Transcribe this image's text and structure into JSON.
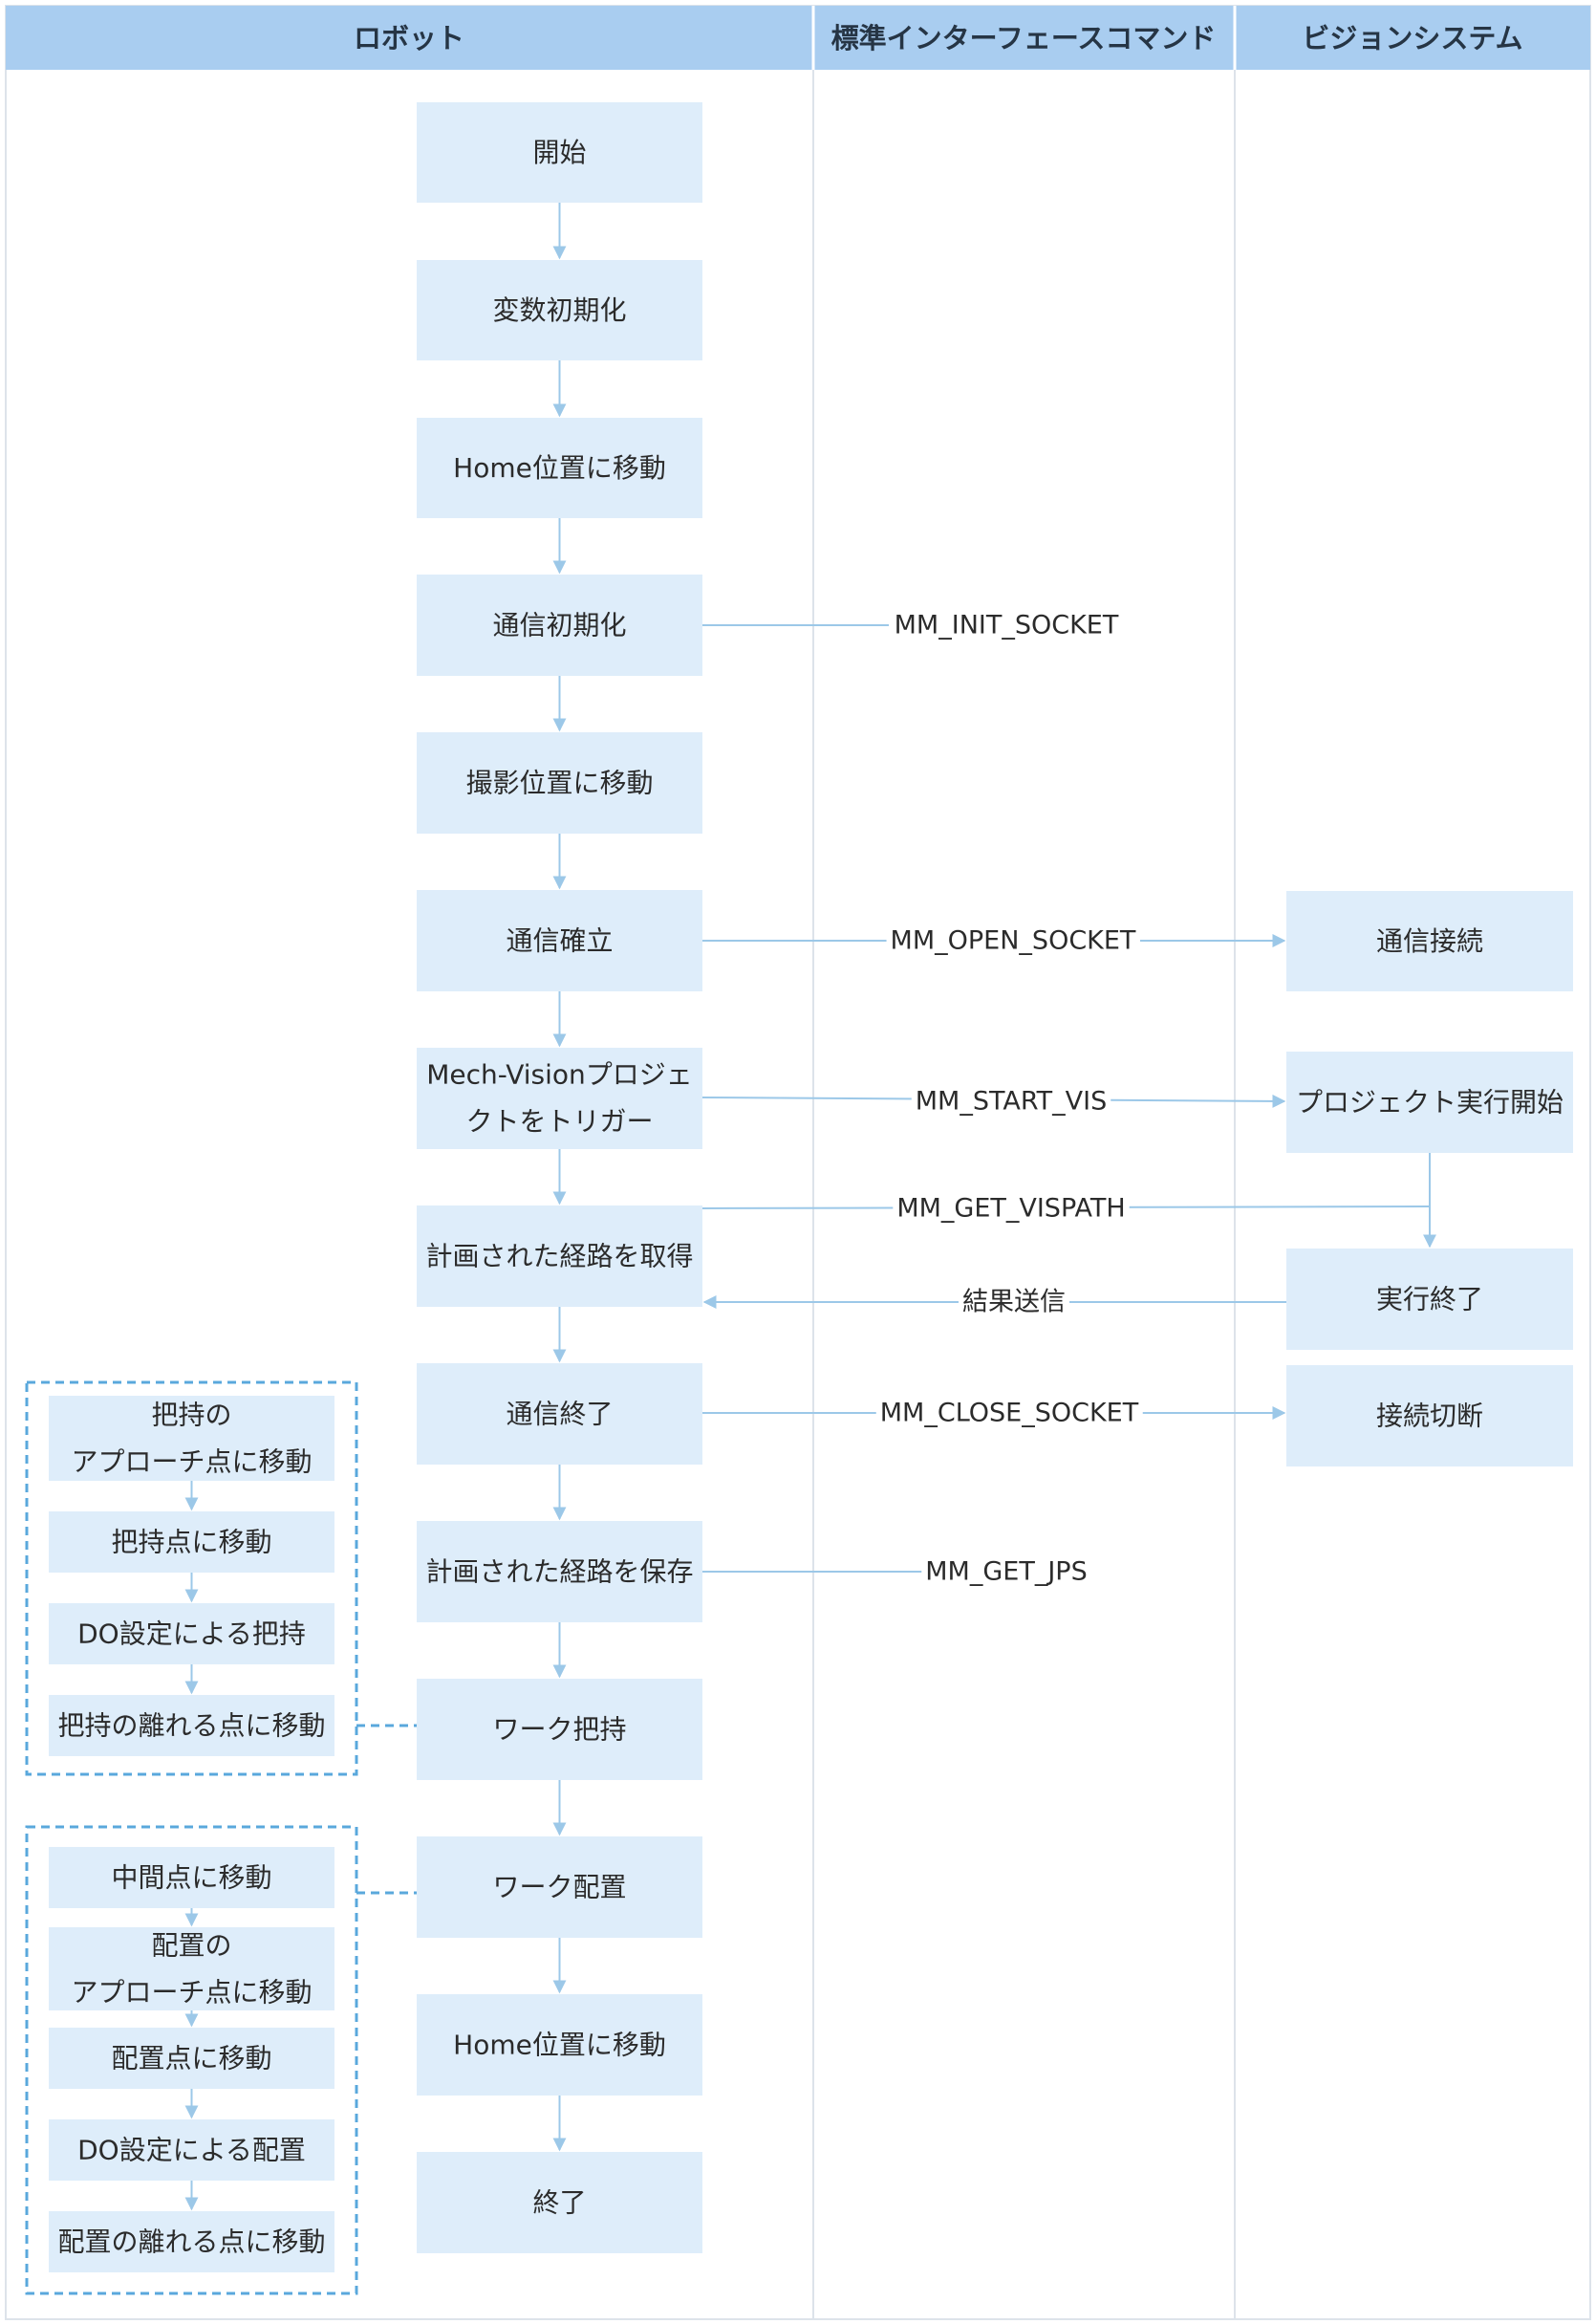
{
  "swimlanes": {
    "robot": "ロボット",
    "interface": "標準インターフェースコマンド",
    "vision": "ビジョンシステム"
  },
  "robot_flow": [
    [
      "開始"
    ],
    [
      "変数初期化"
    ],
    [
      "Home位置に移動"
    ],
    [
      "通信初期化"
    ],
    [
      "撮影位置に移動"
    ],
    [
      "通信確立"
    ],
    [
      "Mech-Visionプロジェ",
      "クトをトリガー"
    ],
    [
      "計画された経路を取得"
    ],
    [
      "通信終了"
    ],
    [
      "計画された経路を保存"
    ],
    [
      "ワーク把持"
    ],
    [
      "ワーク配置"
    ],
    [
      "Home位置に移動"
    ],
    [
      "終了"
    ]
  ],
  "vision_flow": [
    [
      "通信接続"
    ],
    [
      "プロジェクト実行開始"
    ],
    [
      "実行終了"
    ],
    [
      "接続切断"
    ]
  ],
  "grasp_steps": [
    [
      "把持の",
      "アプローチ点に移動"
    ],
    [
      "把持点に移動"
    ],
    [
      "DO設定による把持"
    ],
    [
      "把持の離れる点に移動"
    ]
  ],
  "place_steps": [
    [
      "中間点に移動"
    ],
    [
      "配置の",
      "アプローチ点に移動"
    ],
    [
      "配置点に移動"
    ],
    [
      "DO設定による配置"
    ],
    [
      "配置の離れる点に移動"
    ]
  ],
  "commands": {
    "init_socket": "MM_INIT_SOCKET",
    "open_socket": "MM_OPEN_SOCKET",
    "start_vis": "MM_START_VIS",
    "get_vispath": "MM_GET_VISPATH",
    "send_result": "結果送信",
    "close_socket": "MM_CLOSE_SOCKET",
    "get_jps": "MM_GET_JPS"
  },
  "colors": {
    "header_bg": "#a9cdf0",
    "node_bg": "#deedfa",
    "arrow": "#9cc8e8",
    "group_border": "#5aa8dc",
    "lane_line": "#dde3ea"
  }
}
